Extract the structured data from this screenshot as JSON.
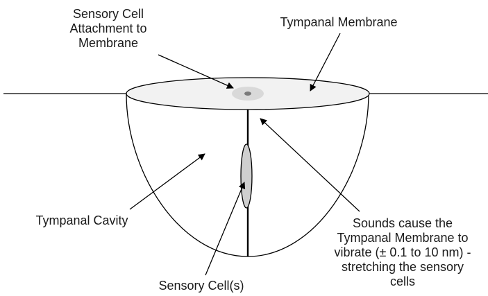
{
  "labels": {
    "attachment": [
      "Sensory Cell",
      "Attachment to",
      "Membrane"
    ],
    "membrane": "Tympanal Membrane",
    "cavity": "Tympanal Cavity",
    "sound": [
      "Sounds cause the",
      "Tympanal Membrane to",
      "vibrate (± 0.1 to 10 nm) -",
      "stretching the sensory",
      "cells"
    ],
    "cells": "Sensory Cell(s)"
  },
  "colors": {
    "stroke": "#000000",
    "membrane_fill": "#f2f2f2",
    "attachment_halo": "#d9d9d9",
    "attachment_dot": "#7a7a7a",
    "sensory_cell_fill": "#cfcfcf"
  }
}
